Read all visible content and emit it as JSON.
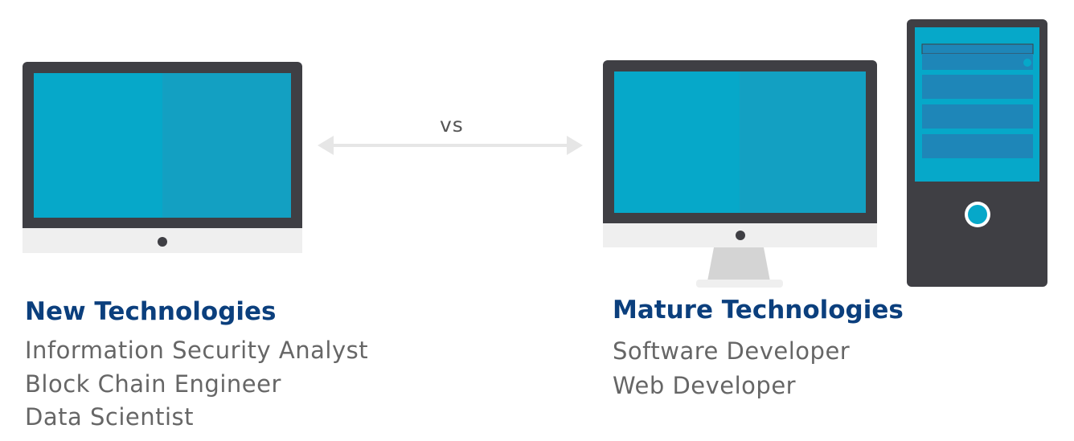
{
  "comparison": {
    "separator_label": "vs"
  },
  "left": {
    "heading": "New Technologies",
    "roles": [
      "Information Security Analyst",
      "Block Chain Engineer",
      "Data Scientist"
    ],
    "illustration": "monitor-icon"
  },
  "right": {
    "heading": "Mature Technologies",
    "roles": [
      "Software Developer",
      "Web Developer"
    ],
    "illustration": [
      "monitor-icon",
      "desktop-tower-icon"
    ]
  },
  "colors": {
    "heading": "#0b3f7d",
    "role_text": "#666666",
    "arrow": "#e6e6e6",
    "vs_text": "#555555",
    "bezel": "#3f3f44",
    "screen_light": "#06a8c9",
    "screen_dark": "#13a0c2",
    "chin": "#efefef",
    "stand": "#d4d4d4",
    "tower_panel": "#1e86b8"
  }
}
